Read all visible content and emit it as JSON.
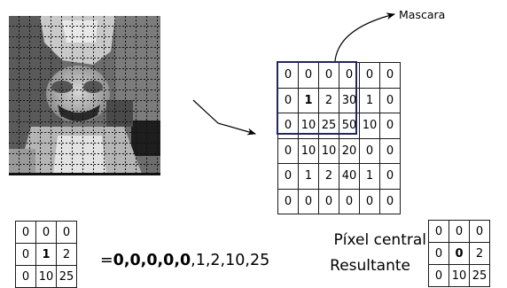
{
  "diagram": {
    "photo": {
      "description_icon": "grayscale-photo-with-grid"
    },
    "mask_label": "Mascara",
    "image_matrix": [
      [
        "0",
        "0",
        "0",
        "0",
        "0",
        "0"
      ],
      [
        "0",
        "1",
        "2",
        "30",
        "1",
        "0"
      ],
      [
        "0",
        "10",
        "25",
        "50",
        "10",
        "0"
      ],
      [
        "0",
        "10",
        "10",
        "20",
        "0",
        "0"
      ],
      [
        "0",
        "1",
        "2",
        "40",
        "1",
        "0"
      ],
      [
        "0",
        "0",
        "0",
        "0",
        "0",
        "0"
      ]
    ],
    "mask_matrix": [
      [
        "0",
        "0",
        "0"
      ],
      [
        "0",
        "1",
        "2"
      ],
      [
        "0",
        "10",
        "25"
      ]
    ],
    "sequence": {
      "equals": "=",
      "bold_part": "0,0,0,0,0",
      "rest": ",1,2,10,25"
    },
    "central_pixel_label": "Píxel central",
    "resultant_label": "Resultante",
    "result_matrix": [
      [
        "0",
        "0",
        "0"
      ],
      [
        "0",
        "0",
        "2"
      ],
      [
        "0",
        "10",
        "25"
      ]
    ],
    "bold_cells": {
      "image": "1.1",
      "mask": "1.1",
      "result": "1.1"
    }
  }
}
